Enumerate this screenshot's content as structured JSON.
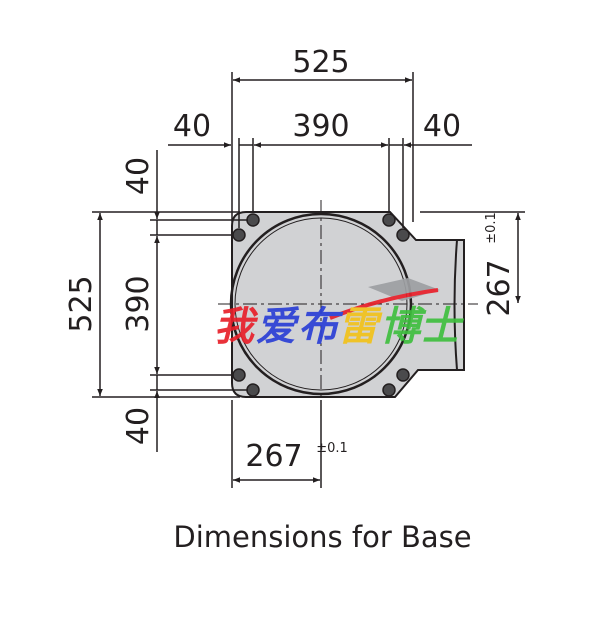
{
  "caption": "Dimensions for Base",
  "dimensions": {
    "overall_width": "525",
    "inner_width": "390",
    "left_offset": "40",
    "right_offset": "40",
    "overall_height": "525",
    "inner_height": "390",
    "top_offset": "40",
    "bottom_offset": "40",
    "right_center_distance": "267",
    "right_center_tolerance": "±0.1",
    "bottom_center_distance": "267",
    "bottom_center_tolerance": "±0.1"
  },
  "watermark": {
    "chars": [
      "我",
      "爱",
      "布",
      "雷",
      "博",
      "士"
    ],
    "colors": [
      "#e8202a",
      "#2b3fd6",
      "#2b3fd6",
      "#f2c21a",
      "#3fbf3f",
      "#3fbf3f"
    ]
  },
  "colors": {
    "line": "#231f20",
    "body_fill": "#d1d2d4"
  }
}
